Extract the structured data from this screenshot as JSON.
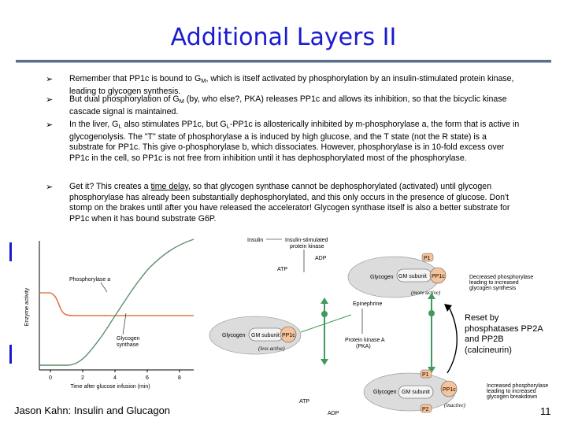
{
  "slide": {
    "title": "Additional Layers II",
    "footer": "Jason Kahn: Insulin and Glucagon",
    "page_number": "11",
    "accent_color": "#1a1ad0"
  },
  "bullets": {
    "b1": {
      "t1": "Remember that PP1c is bound to G",
      "s1": "M",
      "t2": ", which is itself activated by phosphorylation by an insulin-stimulated protein kinase, leading to glycogen synthesis."
    },
    "b2": {
      "t1": "But dual phosphorylation of G",
      "s1": "M",
      "t2": " (by, who else?, PKA) releases PP1c and allows its inhibition, so that the bicyclic kinase cascade signal is maintained."
    },
    "b3": {
      "t1": "In the liver, G",
      "s1": "L",
      "t2": " also stimulates PP1c, but G",
      "s2": "L",
      "t3": "-PP1c is allosterically inhibited by m-phosphorylase a, the form that is active in glycogenolysis. The \"T\" state of phosphorylase a is induced by high glucose, and the T state (not the R state) is a substrate for PP1c. This give o-phosphorylase b, which dissociates. However, phosphorylase is in 10-fold excess over PP1c in the cell, so PP1c is not free from inhibition until it has dephosphorylated most of the phosphorylase."
    },
    "b4": {
      "t1": "Get it? This creates a ",
      "u1": "time delay",
      "t2": ", so that glycogen synthase cannot be dephosphorylated (activated) until glycogen phosphorylase has already been substantially dephosphorylated, and this only occurs in the presence of glucose. Don't stomp on the brakes until after you have released the accelerator! Glycogen synthase itself is also a better substrate for PP1c when it has bound substrate G6P."
    }
  },
  "figure_left": {
    "ylabel": "Enzyme activity",
    "xlabel": "Time after glucose infusion (min)",
    "xticks": [
      "0",
      "2",
      "4",
      "6",
      "8"
    ],
    "label_phosphorylase": "Phosphorylase a",
    "label_synthase_1": "Glycogen",
    "label_synthase_2": "synthase"
  },
  "figure_right": {
    "insulin": "Insulin",
    "ispk_1": "Insulin-stimulated",
    "ispk_2": "protein kinase",
    "adp": "ADP",
    "atp": "ATP",
    "glycogen": "Glycogen",
    "gm_subunit": "GM subunit",
    "pp1c": "PP1c",
    "p1": "P1",
    "p2": "P2",
    "more_active": "(more active)",
    "less_active": "(less active)",
    "inactive": "(inactive)",
    "epinephrine": "Epinephrine",
    "pka_1": "Protein kinase A",
    "pka_2": "(PKA)",
    "top_right_1": "Decreased phosphorylase",
    "top_right_2": "leading to increased",
    "top_right_3": "glycogen synthesis",
    "bottom_right_1": "Increased phosphorylase",
    "bottom_right_2": "leading to increased",
    "bottom_right_3": "glycogen breakdown",
    "reset_note": "Reset by phosphatases PP2A and PP2B (calcineurin)"
  },
  "colors": {
    "synthase_curve": "#5f8f6e",
    "phosphorylase_curve": "#e07a3c",
    "pp1c_fill": "#f6c39a",
    "green_arrow": "#3f9a5c",
    "glycogen_fill": "#dcdcdc"
  }
}
